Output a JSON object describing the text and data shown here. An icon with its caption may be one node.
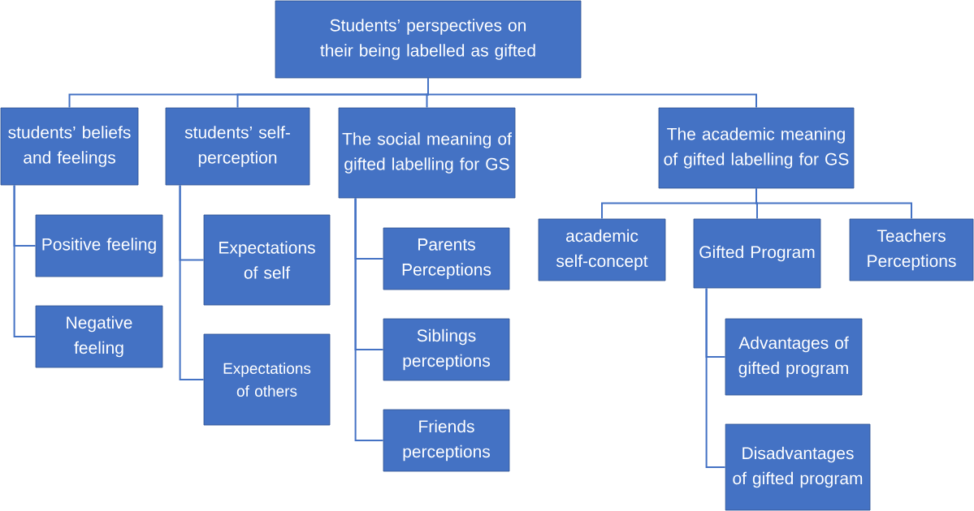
{
  "diagram": {
    "nodes": [
      {
        "text": [
          "Students’ perspectives on their being labelled as gifted"
        ]
      },
      {
        "text": [
          "students’ beliefs and feelings"
        ]
      },
      {
        "text": [
          "students’ self-perception"
        ]
      },
      {
        "text": [
          "The social meaning of gifted labelling for GS"
        ]
      },
      {
        "text": [
          "The academic meaning of gifted labelling for GS"
        ]
      },
      {
        "text": [
          "Positive feeling"
        ]
      },
      {
        "text": [
          "Negative feeling"
        ]
      },
      {
        "text": [
          "Expectations of self"
        ]
      },
      {
        "text": [
          "Expectations of others"
        ]
      },
      {
        "text": [
          "Parents Perceptions"
        ]
      },
      {
        "text": [
          "Siblings perceptions"
        ]
      },
      {
        "text": [
          "Friends perceptions"
        ]
      },
      {
        "text": [
          "academic self-concept"
        ]
      },
      {
        "text": [
          "Gifted Program"
        ]
      },
      {
        "text": [
          "Teachers Perceptions"
        ]
      },
      {
        "text": [
          "Advantages of gifted program"
        ]
      },
      {
        "text": [
          "Disadvantages of gifted program"
        ]
      }
    ],
    "edges": [
      {
        "from": 0,
        "to": 1,
        "arrow": "none"
      },
      {
        "from": 0,
        "to": 2,
        "arrow": "none"
      },
      {
        "from": 0,
        "to": 3,
        "arrow": "none"
      },
      {
        "from": 0,
        "to": 4,
        "arrow": "none"
      },
      {
        "from": 1,
        "to": 5,
        "arrow": "none"
      },
      {
        "from": 1,
        "to": 6,
        "arrow": "none"
      },
      {
        "from": 2,
        "to": 7,
        "arrow": "none"
      },
      {
        "from": 2,
        "to": 8,
        "arrow": "none"
      },
      {
        "from": 3,
        "to": 9,
        "arrow": "none"
      },
      {
        "from": 3,
        "to": 10,
        "arrow": "none"
      },
      {
        "from": 3,
        "to": 11,
        "arrow": "none"
      },
      {
        "from": 4,
        "to": 12,
        "arrow": "none"
      },
      {
        "from": 4,
        "to": 13,
        "arrow": "none"
      },
      {
        "from": 4,
        "to": 14,
        "arrow": "none"
      },
      {
        "from": 13,
        "to": 15,
        "arrow": "none"
      },
      {
        "from": 13,
        "to": 16,
        "arrow": "none"
      }
    ]
  }
}
